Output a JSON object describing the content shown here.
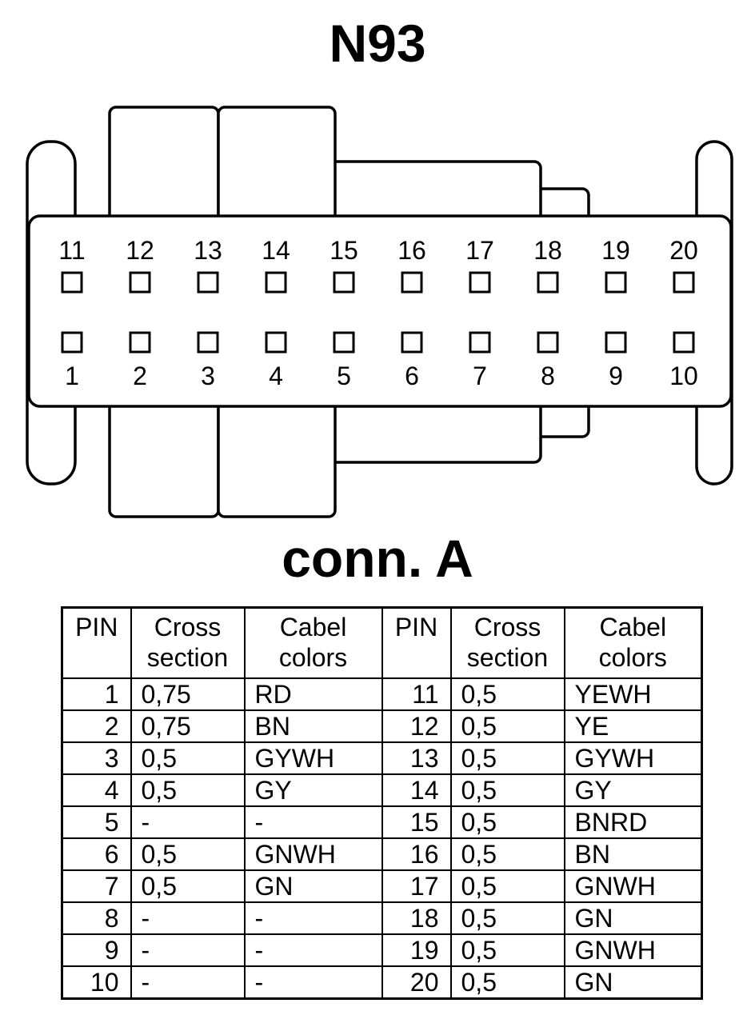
{
  "title": "N93",
  "subtitle": "conn. A",
  "connector": {
    "top_pins": [
      "11",
      "12",
      "13",
      "14",
      "15",
      "16",
      "17",
      "18",
      "19",
      "20"
    ],
    "bottom_pins": [
      "1",
      "2",
      "3",
      "4",
      "5",
      "6",
      "7",
      "8",
      "9",
      "10"
    ]
  },
  "table": {
    "headers": [
      "PIN",
      "Cross\nsection",
      "Cabel\ncolors",
      "PIN",
      "Cross\nsection",
      "Cabel\ncolors"
    ],
    "rows": [
      [
        "1",
        "0,75",
        "RD",
        "11",
        "0,5",
        "YEWH"
      ],
      [
        "2",
        "0,75",
        "BN",
        "12",
        "0,5",
        "YE"
      ],
      [
        "3",
        "0,5",
        "GYWH",
        "13",
        "0,5",
        "GYWH"
      ],
      [
        "4",
        "0,5",
        "GY",
        "14",
        "0,5",
        "GY"
      ],
      [
        "5",
        "-",
        "-",
        "15",
        "0,5",
        "BNRD"
      ],
      [
        "6",
        "0,5",
        "GNWH",
        "16",
        "0,5",
        "BN"
      ],
      [
        "7",
        "0,5",
        "GN",
        "17",
        "0,5",
        "GNWH"
      ],
      [
        "8",
        "-",
        "-",
        "18",
        "0,5",
        "GN"
      ],
      [
        "9",
        "-",
        "-",
        "19",
        "0,5",
        "GNWH"
      ],
      [
        "10",
        "-",
        "-",
        "20",
        "0,5",
        "GN"
      ]
    ]
  }
}
